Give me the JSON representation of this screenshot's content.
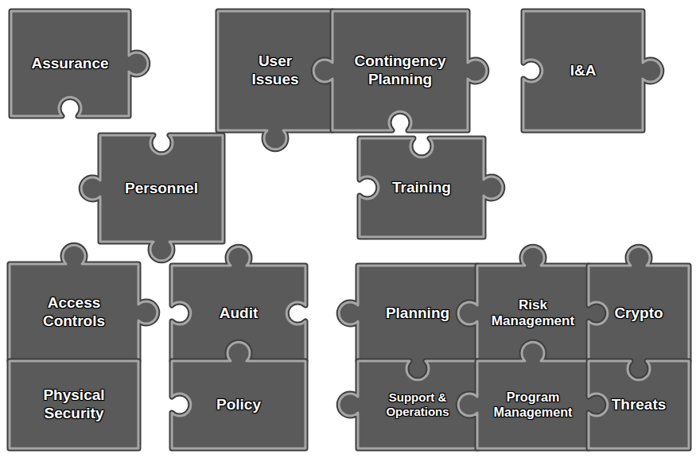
{
  "diagram": {
    "nodes": [
      {
        "text": [
          "Assurance"
        ]
      },
      {
        "text": [
          "User Issues"
        ]
      },
      {
        "text": [
          "Contingency Planning"
        ]
      },
      {
        "text": [
          "I&A"
        ]
      },
      {
        "text": [
          "Personnel"
        ]
      },
      {
        "text": [
          "Training"
        ]
      },
      {
        "text": [
          "Access Controls"
        ]
      },
      {
        "text": [
          "Audit"
        ]
      },
      {
        "text": [
          "Planning"
        ]
      },
      {
        "text": [
          "Risk Management"
        ]
      },
      {
        "text": [
          "Crypto"
        ]
      },
      {
        "text": [
          "Physical Security"
        ]
      },
      {
        "text": [
          "Policy"
        ]
      },
      {
        "text": [
          "Support & Operations"
        ]
      },
      {
        "text": [
          "Program Management"
        ]
      },
      {
        "text": [
          "Threats"
        ]
      }
    ]
  }
}
